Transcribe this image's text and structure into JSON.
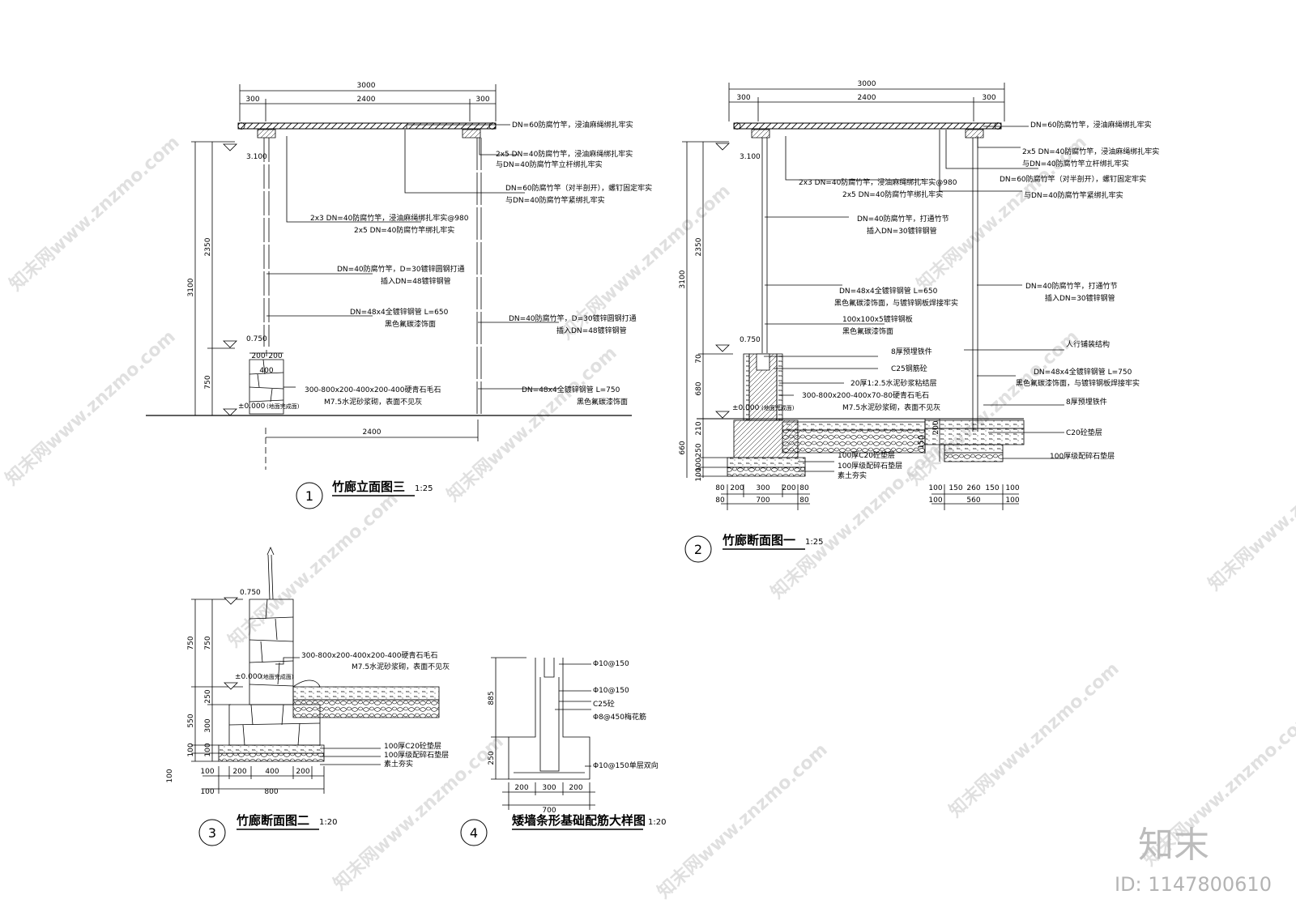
{
  "detail1": {
    "dims": {
      "total": "3000",
      "left": "300",
      "mid": "2400",
      "right": "300",
      "h_total": "3100",
      "h_upper": "2350",
      "h_lower": "750",
      "base_w1": "200",
      "base_w2": "200",
      "base_w": "400",
      "span": "2400"
    },
    "levels": {
      "top": "3.100",
      "mid": "0.750",
      "ground": "±0.000",
      "ground_note": "(地面完成面)"
    },
    "notes": {
      "n1": "DN=60防腐竹竿，浸油麻绳绑扎牢实",
      "n2a": "2x5 DN=40防腐竹竿，浸油麻绳绑扎牢实",
      "n2b": "与DN=40防腐竹竿立杆绑扎牢实",
      "n3a": "DN=60防腐竹竿（对半剖开），螺钉固定牢实",
      "n3b": "与DN=40防腐竹竿紧绑扎牢实",
      "n4a": "2x3 DN=40防腐竹竿，浸油麻绳绑扎牢实@980",
      "n4b": "2x5 DN=40防腐竹竿绑扎牢实",
      "n5a": "DN=40防腐竹竿，D=30镀锌圆钢打通",
      "n5b": "插入DN=48镀锌钢管",
      "n6a": "DN=48x4全镀锌钢管 L=650",
      "n6b": "黑色氟碳漆饰面",
      "n7a": "DN=40防腐竹竿，D=30镀锌圆钢打通",
      "n7b": "插入DN=48镀锌钢管",
      "n8a": "300-800x200-400x200-400硬青石毛石",
      "n8b": "M7.5水泥砂浆砌，表面不见灰",
      "n9a": "DN=48x4全镀锌钢管 L=750",
      "n9b": "黑色氟碳漆饰面"
    },
    "number": "1",
    "title": "竹廊立面图三",
    "scale": "1:25"
  },
  "detail2": {
    "dims": {
      "total": "3000",
      "left": "300",
      "mid": "2400",
      "right": "300",
      "h_total": "3100",
      "h_upper": "2350",
      "h_70": "70",
      "h_680": "680",
      "h_210": "210",
      "h_250": "250",
      "h_660": "660",
      "h_100a": "100",
      "h_100b": "100",
      "h_200": "200",
      "h_150": "150",
      "b1": "80",
      "b2": "200",
      "b3": "300",
      "b4": "200",
      "b5": "80",
      "b_total": "700",
      "c1": "100",
      "c2": "150",
      "c3": "260",
      "c4": "150",
      "c5": "100",
      "c_total": "560"
    },
    "levels": {
      "top": "3.100",
      "mid": "0.750",
      "ground": "±0.000",
      "ground_note": "(地面完成面)"
    },
    "notes": {
      "n1": "DN=60防腐竹竿，浸油麻绳绑扎牢实",
      "n2a": "2x5 DN=40防腐竹竿，浸油麻绳绑扎牢实",
      "n2b": "与DN=40防腐竹竿立杆绑扎牢实",
      "n3a": "DN=60防腐竹竿（对半剖开），螺钉固定牢实",
      "n3b": "与DN=40防腐竹竿紧绑扎牢实",
      "n4a": "2x3 DN=40防腐竹竿，浸油麻绳绑扎牢实@980",
      "n4b": "2x5 DN=40防腐竹竿绑扎牢实",
      "n5a": "DN=40防腐竹竿，打通竹节",
      "n5b": "插入DN=30镀锌钢管",
      "n6a": "DN=48x4全镀锌钢管 L=650",
      "n6b": "黑色氟碳漆饰面，与镀锌钢板焊接牢实",
      "n7a": "100x100x5镀锌钢板",
      "n7b": "黑色氟碳漆饰面",
      "n8": "8厚预埋铁件",
      "n9": "C25钢筋砼",
      "n10": "20厚1:2.5水泥砂浆粘结层",
      "n11a": "300-800x200-400x70-80硬青石毛石",
      "n11b": "M7.5水泥砂浆砌，表面不见灰",
      "n12": "100厚C20砼垫层",
      "n13": "100厚级配碎石垫层",
      "n14": "素土夯实",
      "r1a": "DN=40防腐竹竿，打通竹节",
      "r1b": "插入DN=30镀锌钢管",
      "r2": "人行铺装结构",
      "r3a": "DN=48x4全镀锌钢管 L=750",
      "r3b": "黑色氟碳漆饰面，与镀锌钢板焊接牢实",
      "r4": "8厚预埋铁件",
      "r5": "C20砼垫层",
      "r6": "100厚级配碎石垫层"
    },
    "number": "2",
    "title": "竹廊断面图一",
    "scale": "1:25"
  },
  "detail3": {
    "dims": {
      "h750a": "750",
      "h750b": "750",
      "h550": "550",
      "h250": "250",
      "h300": "300",
      "h100a": "100",
      "h100b": "100",
      "h100c": "100",
      "w200a": "200",
      "w400": "400",
      "w200b": "200",
      "w100a": "100",
      "w100b": "100",
      "w800": "800"
    },
    "levels": {
      "top": "0.750",
      "ground": "±0.000",
      "ground_note": "(地面完成面)"
    },
    "notes": {
      "n1a": "300-800x200-400x200-400硬青石毛石",
      "n1b": "M7.5水泥砂浆砌，表面不见灰",
      "n2": "100厚C20砼垫层",
      "n3": "100厚级配碎石垫层",
      "n4": "素土夯实"
    },
    "number": "3",
    "title": "竹廊断面图二",
    "scale": "1:20"
  },
  "detail4": {
    "dims": {
      "h885": "885",
      "h250": "250",
      "w200a": "200",
      "w300": "300",
      "w200b": "200",
      "w700": "700"
    },
    "notes": {
      "n1": "Φ10@150",
      "n2": "Φ10@150",
      "n3": "C25砼",
      "n4": "Φ8@450梅花筋",
      "n5": "Φ10@150单层双向"
    },
    "number": "4",
    "title": "矮墙条形基础配筋大样图",
    "scale": "1:20"
  },
  "branding": {
    "watermark": "知末网www.znzmo.com",
    "logo": "知末",
    "id": "ID: 1147800610"
  }
}
